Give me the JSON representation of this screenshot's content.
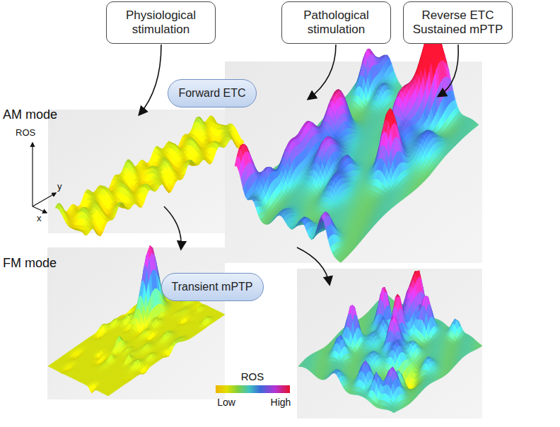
{
  "diagram": {
    "nodes": [
      {
        "text": [
          "Physiological stimulation"
        ]
      },
      {
        "text": [
          "Pathological stimulation"
        ]
      },
      {
        "text": [
          "Reverse ETC Sustained mPTP"
        ]
      },
      {
        "text": [
          "Forward ETC"
        ]
      },
      {
        "text": [
          "Transient mPTP"
        ]
      }
    ],
    "labels": [
      "AM mode",
      "ROS",
      "y",
      "x",
      "FM mode",
      "ROS",
      "Low",
      "High"
    ]
  }
}
